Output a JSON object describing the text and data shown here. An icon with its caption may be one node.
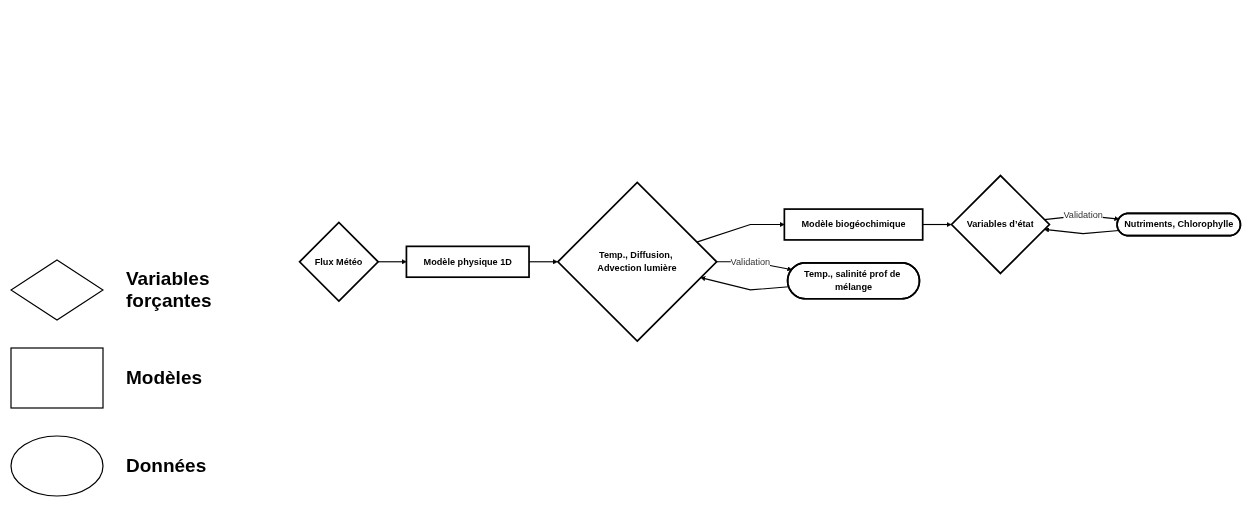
{
  "diagram": {
    "nodes": [
      {
        "text": [
          "Flux Météo"
        ]
      },
      {
        "text": [
          "Modèle physique 1D"
        ]
      },
      {
        "text": [
          "Temp., Diffusion, Advection lumière"
        ]
      },
      {
        "text": [
          "Modèle biogéochimique"
        ]
      },
      {
        "text": [
          "Variables d’état"
        ]
      },
      {
        "text": [
          "Temp., salinité prof de mélange"
        ]
      },
      {
        "text": [
          "Nutriments, Chlorophylle"
        ]
      }
    ],
    "edges": [
      {
        "from": 0,
        "to": 1,
        "arrow": "to"
      },
      {
        "from": 1,
        "to": 2,
        "arrow": "to"
      },
      {
        "from": 2,
        "to": 3,
        "arrow": "to"
      },
      {
        "from": 3,
        "to": 4,
        "arrow": "to"
      },
      {
        "from": 2,
        "to": 5,
        "arrow": "to",
        "label": "Validation"
      },
      {
        "from": 5,
        "to": 2,
        "arrow": "to"
      },
      {
        "from": 4,
        "to": 6,
        "arrow": "to",
        "label": "Validation"
      },
      {
        "from": 6,
        "to": 4,
        "arrow": "to"
      }
    ],
    "legend": [
      {
        "text": "Variables forçantes"
      },
      {
        "text": "Modèles"
      },
      {
        "text": "Données"
      }
    ]
  }
}
